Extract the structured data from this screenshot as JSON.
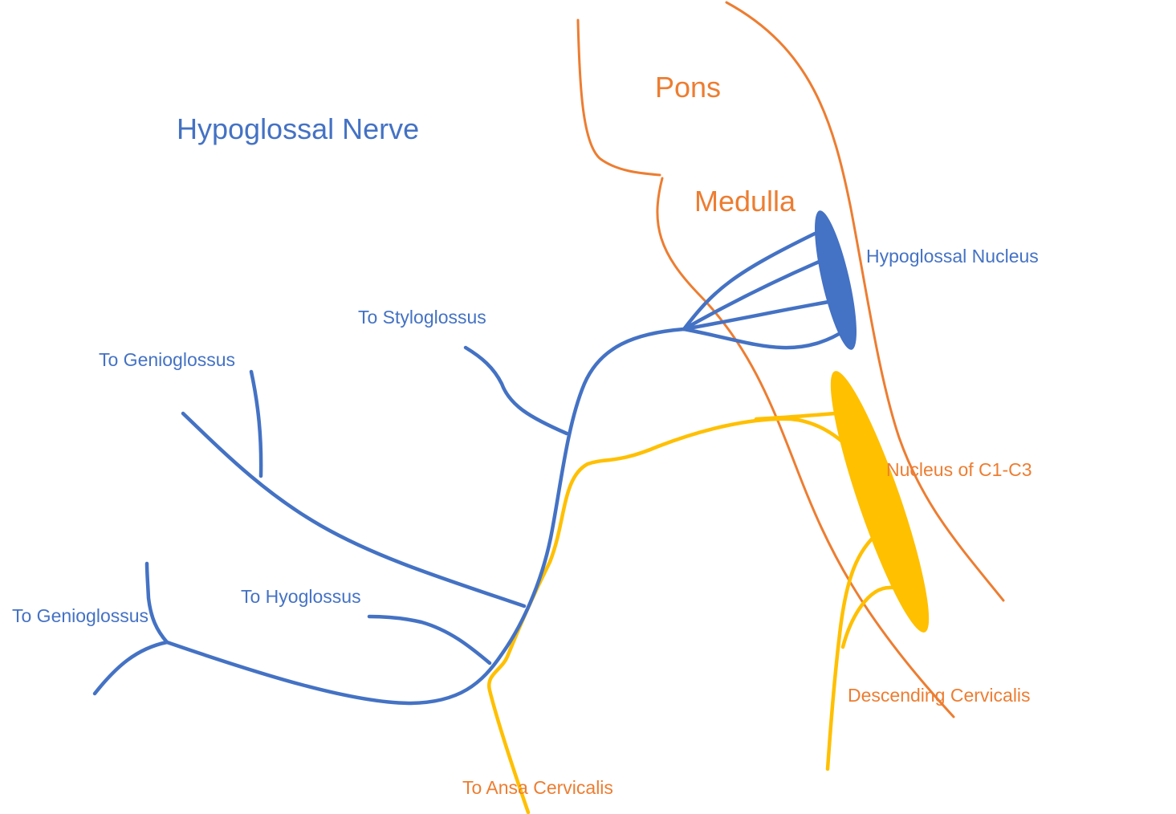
{
  "colors": {
    "nerve": "#4472C4",
    "brainstem": "#ED7D31",
    "cervical": "#FFC000",
    "background": "#FFFFFF"
  },
  "title": "Hypoglossal Nerve",
  "regions": {
    "pons": "Pons",
    "medulla": "Medulla"
  },
  "labels": {
    "hypoglossal_nucleus": "Hypoglossal Nucleus",
    "nucleus_c1_c3": "Nucleus of C1-C3",
    "descending_cervicalis": "Descending Cervicalis",
    "to_ansa_cervicalis": "To Ansa Cervicalis",
    "to_styloglossus": "To Styloglossus",
    "to_genioglossus_upper": "To Genioglossus",
    "to_genioglossus_lower": "To Genioglossus",
    "to_hyoglossus": "To Hyoglossus"
  }
}
